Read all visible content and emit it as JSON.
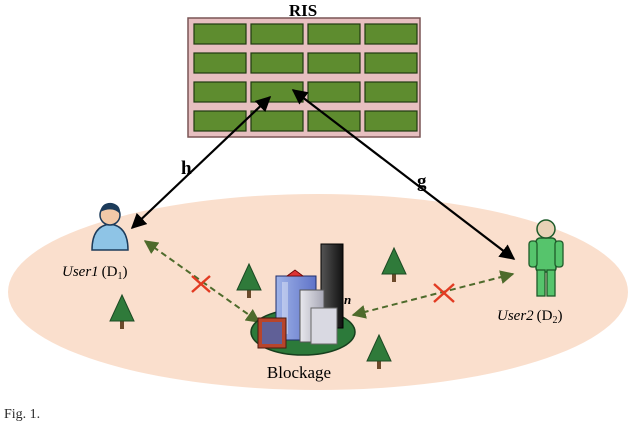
{
  "labels": {
    "ris": "RIS",
    "h": "h",
    "g": "g",
    "user1": "User1",
    "user1_sub": "(D",
    "user1_idx": "1",
    "user1_close": ")",
    "user2": "User2",
    "user2_sub": "(D",
    "user2_idx": "2",
    "user2_close": ")",
    "blockage": "Blockage",
    "n": "n",
    "caption": "Fig. 1."
  },
  "colors": {
    "ground": "#f9d9c4",
    "ris_frame": "#e7bfc0",
    "ris_cell": "#5e8c2f",
    "link": "#000000",
    "blocked_link": "#4e6b2c",
    "blocked_mark": "#e23b22",
    "user1": "#8ec4e6",
    "user2": "#56c46c",
    "tree": "#2f7a3a"
  },
  "ris_grid": {
    "rows": 4,
    "cols": 4
  }
}
